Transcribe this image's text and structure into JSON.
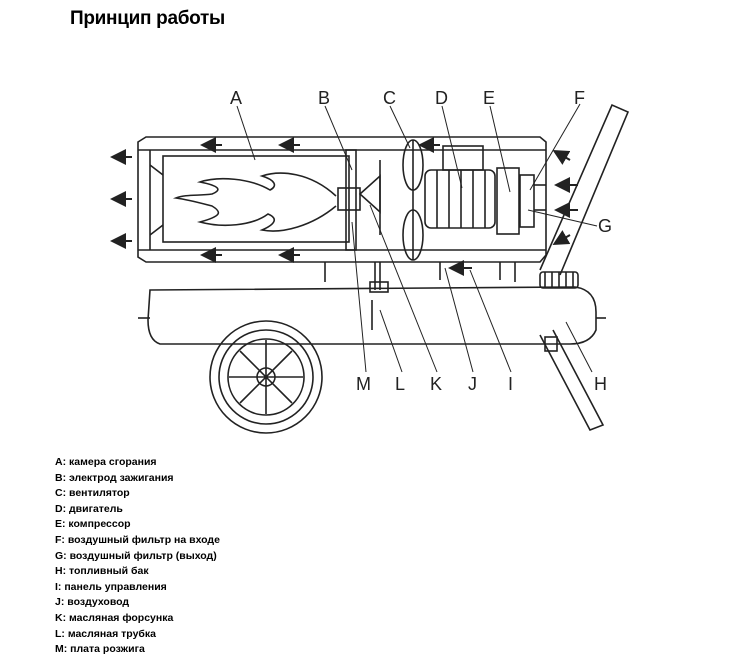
{
  "title": "Принцип работы",
  "labels": {
    "A": "A",
    "B": "B",
    "C": "C",
    "D": "D",
    "E": "E",
    "F": "F",
    "G": "G",
    "H": "H",
    "I": "I",
    "J": "J",
    "K": "K",
    "L": "L",
    "M": "M"
  },
  "legend": [
    "A: камера сгорания",
    "B: электрод  зажигания",
    "C: вентилятор",
    "D: двигатель",
    "E: компрессор",
    "F: воздушный фильтр на входе",
    "G: воздушный фильтр (выход)",
    "H: топливный бак",
    "I: панель управления",
    "J: воздуховод",
    "K: масляная форсунка",
    "L: масляная трубка",
    "M: плата розжига"
  ]
}
